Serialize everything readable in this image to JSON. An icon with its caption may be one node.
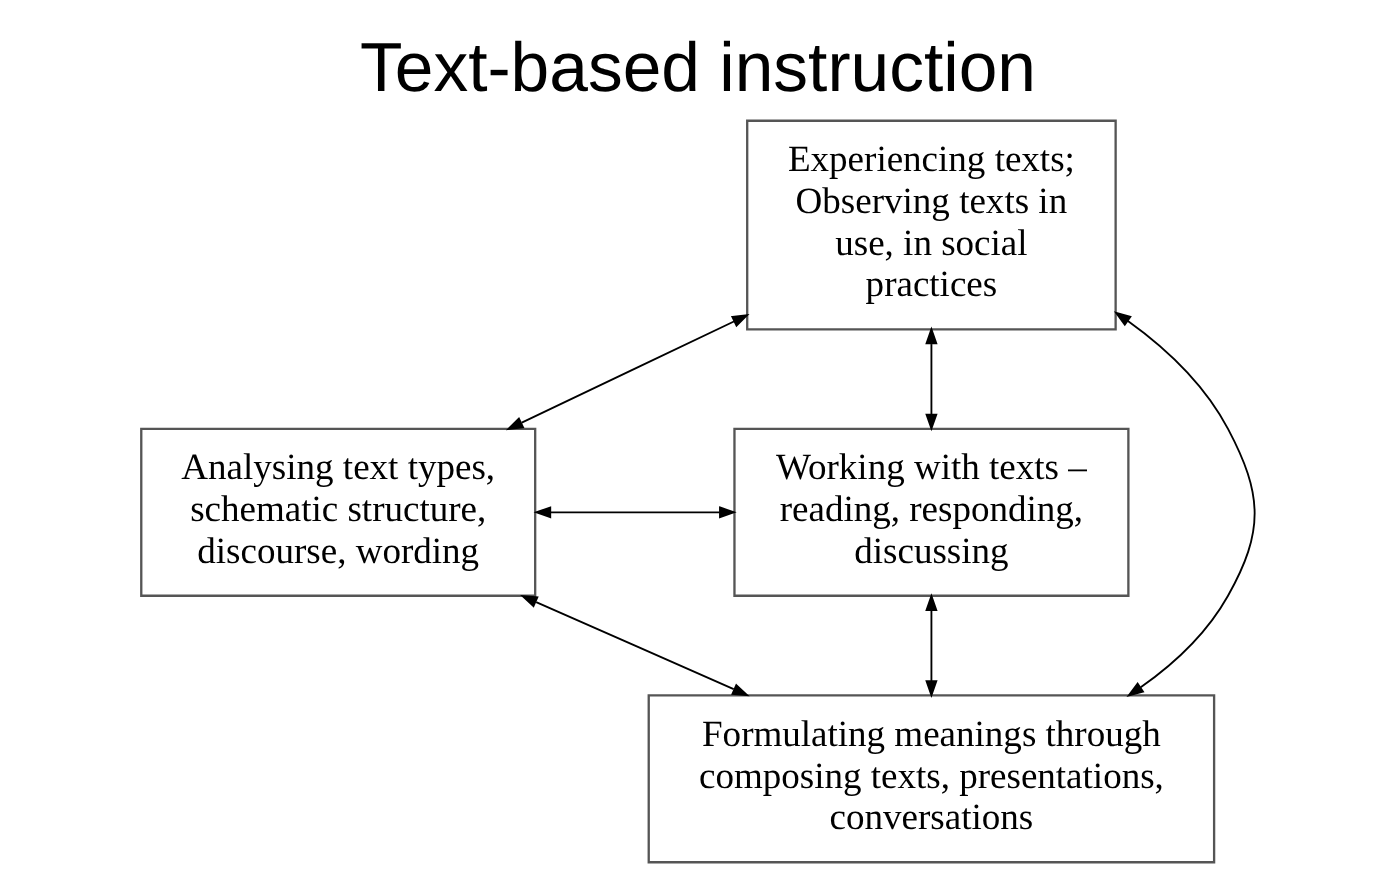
{
  "diagram": {
    "title": "Text-based instruction",
    "nodes": [
      {
        "text": [
          "Experiencing texts; Observing texts in use, in social practices"
        ]
      },
      {
        "text": [
          "Analysing text types, schematic structure, discourse, wording"
        ]
      },
      {
        "text": [
          "Working with texts – reading, responding, discussing"
        ]
      },
      {
        "text": [
          "Formulating meanings through composing texts, presentations, conversations"
        ]
      }
    ],
    "edges": [
      {
        "from": 0,
        "to": 1,
        "arrow": "both"
      },
      {
        "from": 0,
        "to": 2,
        "arrow": "both"
      },
      {
        "from": 1,
        "to": 2,
        "arrow": "both"
      },
      {
        "from": 0,
        "to": 3,
        "arrow": "both"
      },
      {
        "from": 1,
        "to": 3,
        "arrow": "both"
      },
      {
        "from": 2,
        "to": 3,
        "arrow": "both"
      }
    ]
  }
}
